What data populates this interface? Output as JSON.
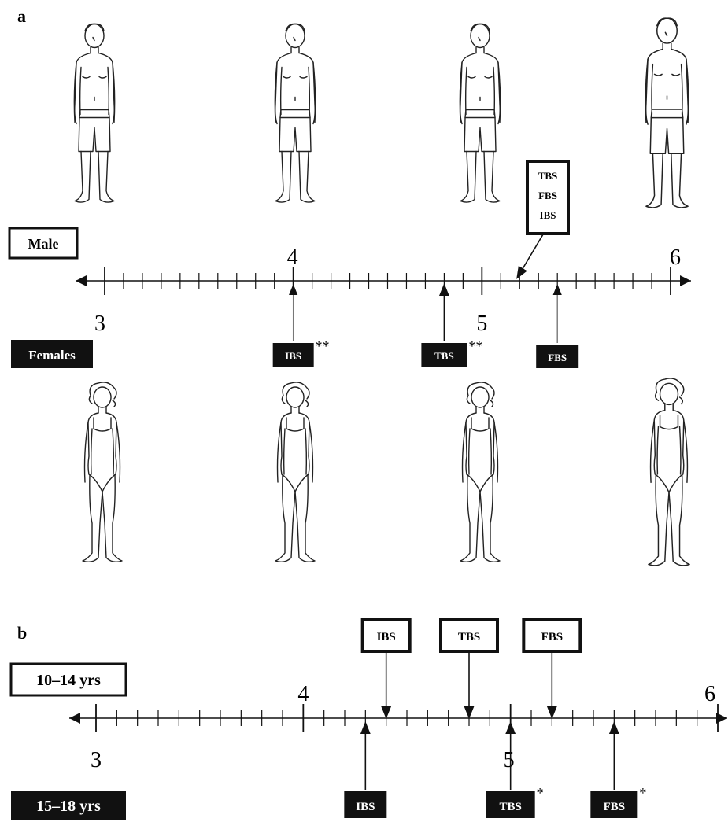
{
  "panel_a": {
    "label": "a",
    "male_label": "Male",
    "female_label": "Females",
    "scale": {
      "min": 3,
      "max": 6,
      "step": 0.1,
      "major_labels": [
        "3",
        "4",
        "5",
        "6"
      ]
    },
    "male_marker": {
      "value": 5.2,
      "labels": [
        "TBS",
        "FBS",
        "IBS"
      ]
    },
    "female_markers": [
      {
        "value": 4.0,
        "label": "IBS",
        "significance": "**"
      },
      {
        "value": 4.8,
        "label": "TBS",
        "significance": "**"
      },
      {
        "value": 5.4,
        "label": "FBS",
        "significance": ""
      }
    ]
  },
  "panel_b": {
    "label": "b",
    "group_top_label": "10–14 yrs",
    "group_bottom_label": "15–18 yrs",
    "scale": {
      "min": 3,
      "max": 6,
      "step": 0.1,
      "major_labels": [
        "3",
        "4",
        "5",
        "6"
      ]
    },
    "top_markers": [
      {
        "value": 4.4,
        "label": "IBS",
        "significance": ""
      },
      {
        "value": 4.8,
        "label": "TBS",
        "significance": ""
      },
      {
        "value": 5.2,
        "label": "FBS",
        "significance": ""
      }
    ],
    "bottom_markers": [
      {
        "value": 4.3,
        "label": "IBS",
        "significance": ""
      },
      {
        "value": 5.0,
        "label": "TBS",
        "significance": "*"
      },
      {
        "value": 5.5,
        "label": "FBS",
        "significance": "*"
      }
    ]
  },
  "colors": {
    "ink": "#111111",
    "paper": "#ffffff",
    "grey_arrow": "#777777"
  },
  "figures": {
    "male": [
      "male-figure-1",
      "male-figure-2",
      "male-figure-3",
      "male-figure-4"
    ],
    "female": [
      "female-figure-1",
      "female-figure-2",
      "female-figure-3",
      "female-figure-4"
    ]
  }
}
